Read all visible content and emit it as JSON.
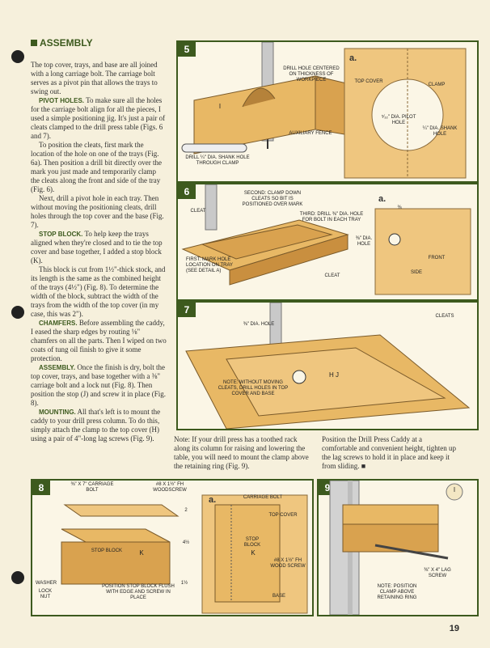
{
  "section_title": "ASSEMBLY",
  "article": {
    "intro": "The top cover, trays, and base are all joined with a long carriage bolt. The carriage bolt serves as a pivot pin that allows the trays to swing out.",
    "pivot_holes_head": "PIVOT HOLES.",
    "pivot_holes_body": "To make sure all the holes for the carriage bolt align for all the pieces, I used a simple positioning jig. It's just a pair of cleats clamped to the drill press table (Figs. 6 and 7).",
    "position_cleats": "To position the cleats, first mark the location of the hole on one of the trays (Fig. 6a). Then position a drill bit directly over the mark you just made and temporarily clamp the cleats along the front and side of the tray (Fig. 6).",
    "drill_pivot": "Next, drill a pivot hole in each tray. Then without moving the positioning cleats, drill holes through the top cover and the base (Fig. 7).",
    "stop_block_head": "STOP BLOCK.",
    "stop_block_body": "To help keep the trays aligned when they're closed and to tie the top cover and base together, I added a stop block (K).",
    "block_cut": "This block is cut from 1½\"-thick stock, and its length is the same as the combined height of the trays (4½\") (Fig. 8). To determine the width of the block, subtract the width of the trays from the width of the top cover (in my case, this was 2\").",
    "chamfers_head": "CHAMFERS.",
    "chamfers_body": "Before assembling the caddy, I eased the sharp edges by routing ⅛\" chamfers on all the parts. Then I wiped on two coats of tung oil finish to give it some protection.",
    "assembly_head": "ASSEMBLY.",
    "assembly_body": "Once the finish is dry, bolt the top cover, trays, and base together with a ⅜\" carriage bolt and a lock nut (Fig. 8). Then position the stop (J) and screw it in place (Fig. 8).",
    "mounting_head": "MOUNTING.",
    "mounting_body": "All that's left is to mount the caddy to your drill press column. To do this, simply attach the clamp to the top cover (H) using a pair of 4\"-long lag screws (Fig. 9)."
  },
  "note_text": "Note: If your drill press has a toothed rack along its column for raising and lowering the table, you will need to mount the clamp above the retaining ring (Fig. 9).",
  "closing_text": "Position the Drill Press Caddy at a comfortable and convenient height, tighten up the lag screws to hold it in place and keep it from sliding. ■",
  "figures": {
    "f5": {
      "num": "5",
      "drill_hole": "Drill hole centered on thickness of workpiece",
      "aux_fence": "Auxiliary fence",
      "shank_hole": "Drill ¼\" dia. shank hole through clamp",
      "a": "a.",
      "top_cover": "Top cover",
      "clamp": "Clamp",
      "pilot": "⁵⁄₃₂\" dia. pilot hole",
      "shank": "¼\" dia. shank hole",
      "part": "I"
    },
    "f6": {
      "num": "6",
      "second": "Second: Clamp down cleats so bit is positioned over mark",
      "cleat": "Cleat",
      "third": "Third: Drill ⅜\" dia. hole for bolt in each tray",
      "first": "First: Mark hole location on tray (see detail a)",
      "cleat2": "Cleat",
      "a": "a.",
      "hole": "⅜\" dia. hole",
      "front": "Front",
      "side": "Side",
      "dim": "⅜"
    },
    "f7": {
      "num": "7",
      "hole": "⅜\" dia. hole",
      "cleats": "Cleats",
      "note": "Note: Without moving cleats, drill holes in top cover and base",
      "part": "H J"
    },
    "f8": {
      "num": "8",
      "bolt": "⅜\" x 7\" carriage bolt",
      "screw": "#8 x 1½\" Fh woodscrew",
      "stop": "Stop block",
      "k": "K",
      "washer": "Washer",
      "nut": "Lock nut",
      "position": "Position stop block flush with edge and screw in place",
      "dim1": "2",
      "dim2": "4½",
      "dim3": "1½",
      "a": "a.",
      "carriage": "Carriage bolt",
      "top": "Top cover",
      "stop2": "Stop block",
      "k2": "K",
      "wood": "#8 x 1½\" Fh wood screw",
      "base": "Base"
    },
    "f9": {
      "num": "9",
      "lag": "⅜\" x 4\" lag screw",
      "note": "Note: Position clamp above retaining ring",
      "part": "I"
    }
  },
  "page_number": "19"
}
